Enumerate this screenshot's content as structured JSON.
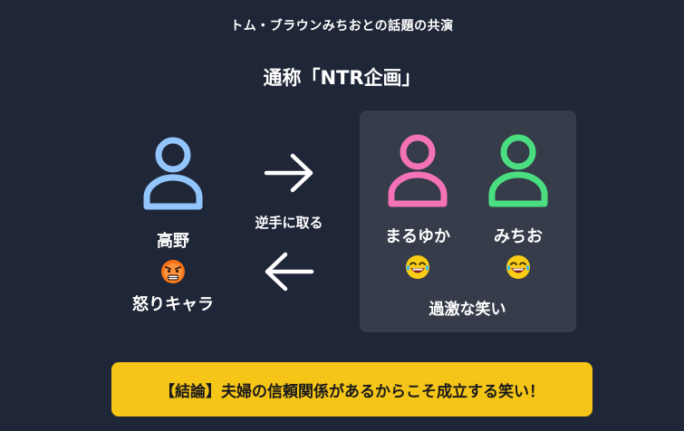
{
  "header": {
    "title": "トム・ブラウンみちおとの話題の共演",
    "subtitle": "通称「NTR企画」"
  },
  "colors": {
    "background": "#1f2637",
    "group_box": "#363c49",
    "takano": "#93c5fd",
    "maruyuka": "#f472b6",
    "michio": "#4ade80",
    "conclusion_bg": "#f5c518"
  },
  "takano": {
    "icon": "person-icon",
    "name": "高野",
    "emoji_icon": "angry-face-icon",
    "role": "怒りキャラ"
  },
  "arrows": {
    "right_icon": "arrow-right-icon",
    "left_icon": "arrow-left-icon",
    "label": "逆手に取る"
  },
  "group": {
    "members": [
      {
        "icon": "person-icon",
        "name": "まるゆか",
        "emoji_icon": "laughing-face-icon"
      },
      {
        "icon": "person-icon",
        "name": "みちお",
        "emoji_icon": "laughing-face-icon"
      }
    ],
    "caption": "過激な笑い"
  },
  "conclusion": {
    "text": "【結論】夫婦の信頼関係があるからこそ成立する笑い！"
  }
}
